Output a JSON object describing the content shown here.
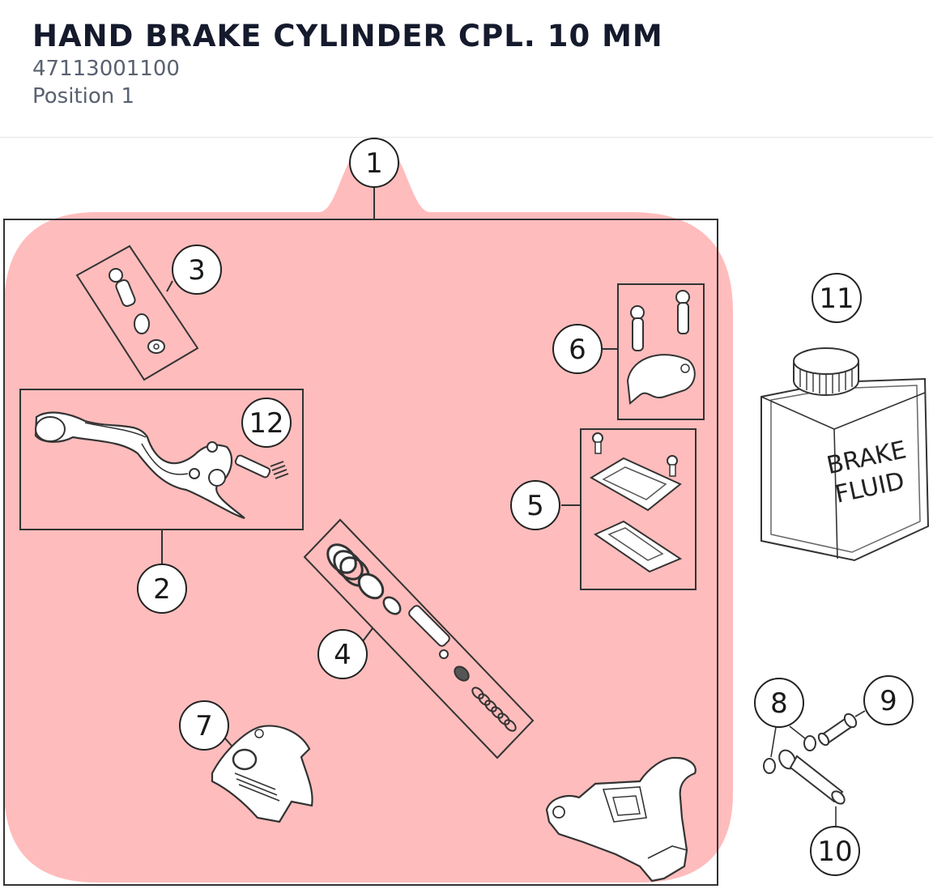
{
  "header": {
    "title": "HAND BRAKE CYLINDER CPL. 10 MM",
    "part_number": "47113001100",
    "position": "Position 1"
  },
  "diagram": {
    "highlight_color": "#ffb3b3",
    "callouts": [
      "1",
      "2",
      "3",
      "4",
      "5",
      "6",
      "7",
      "8",
      "9",
      "10",
      "11",
      "12"
    ],
    "bottle_label_line1": "BRAKE",
    "bottle_label_line2": "FLUID"
  }
}
